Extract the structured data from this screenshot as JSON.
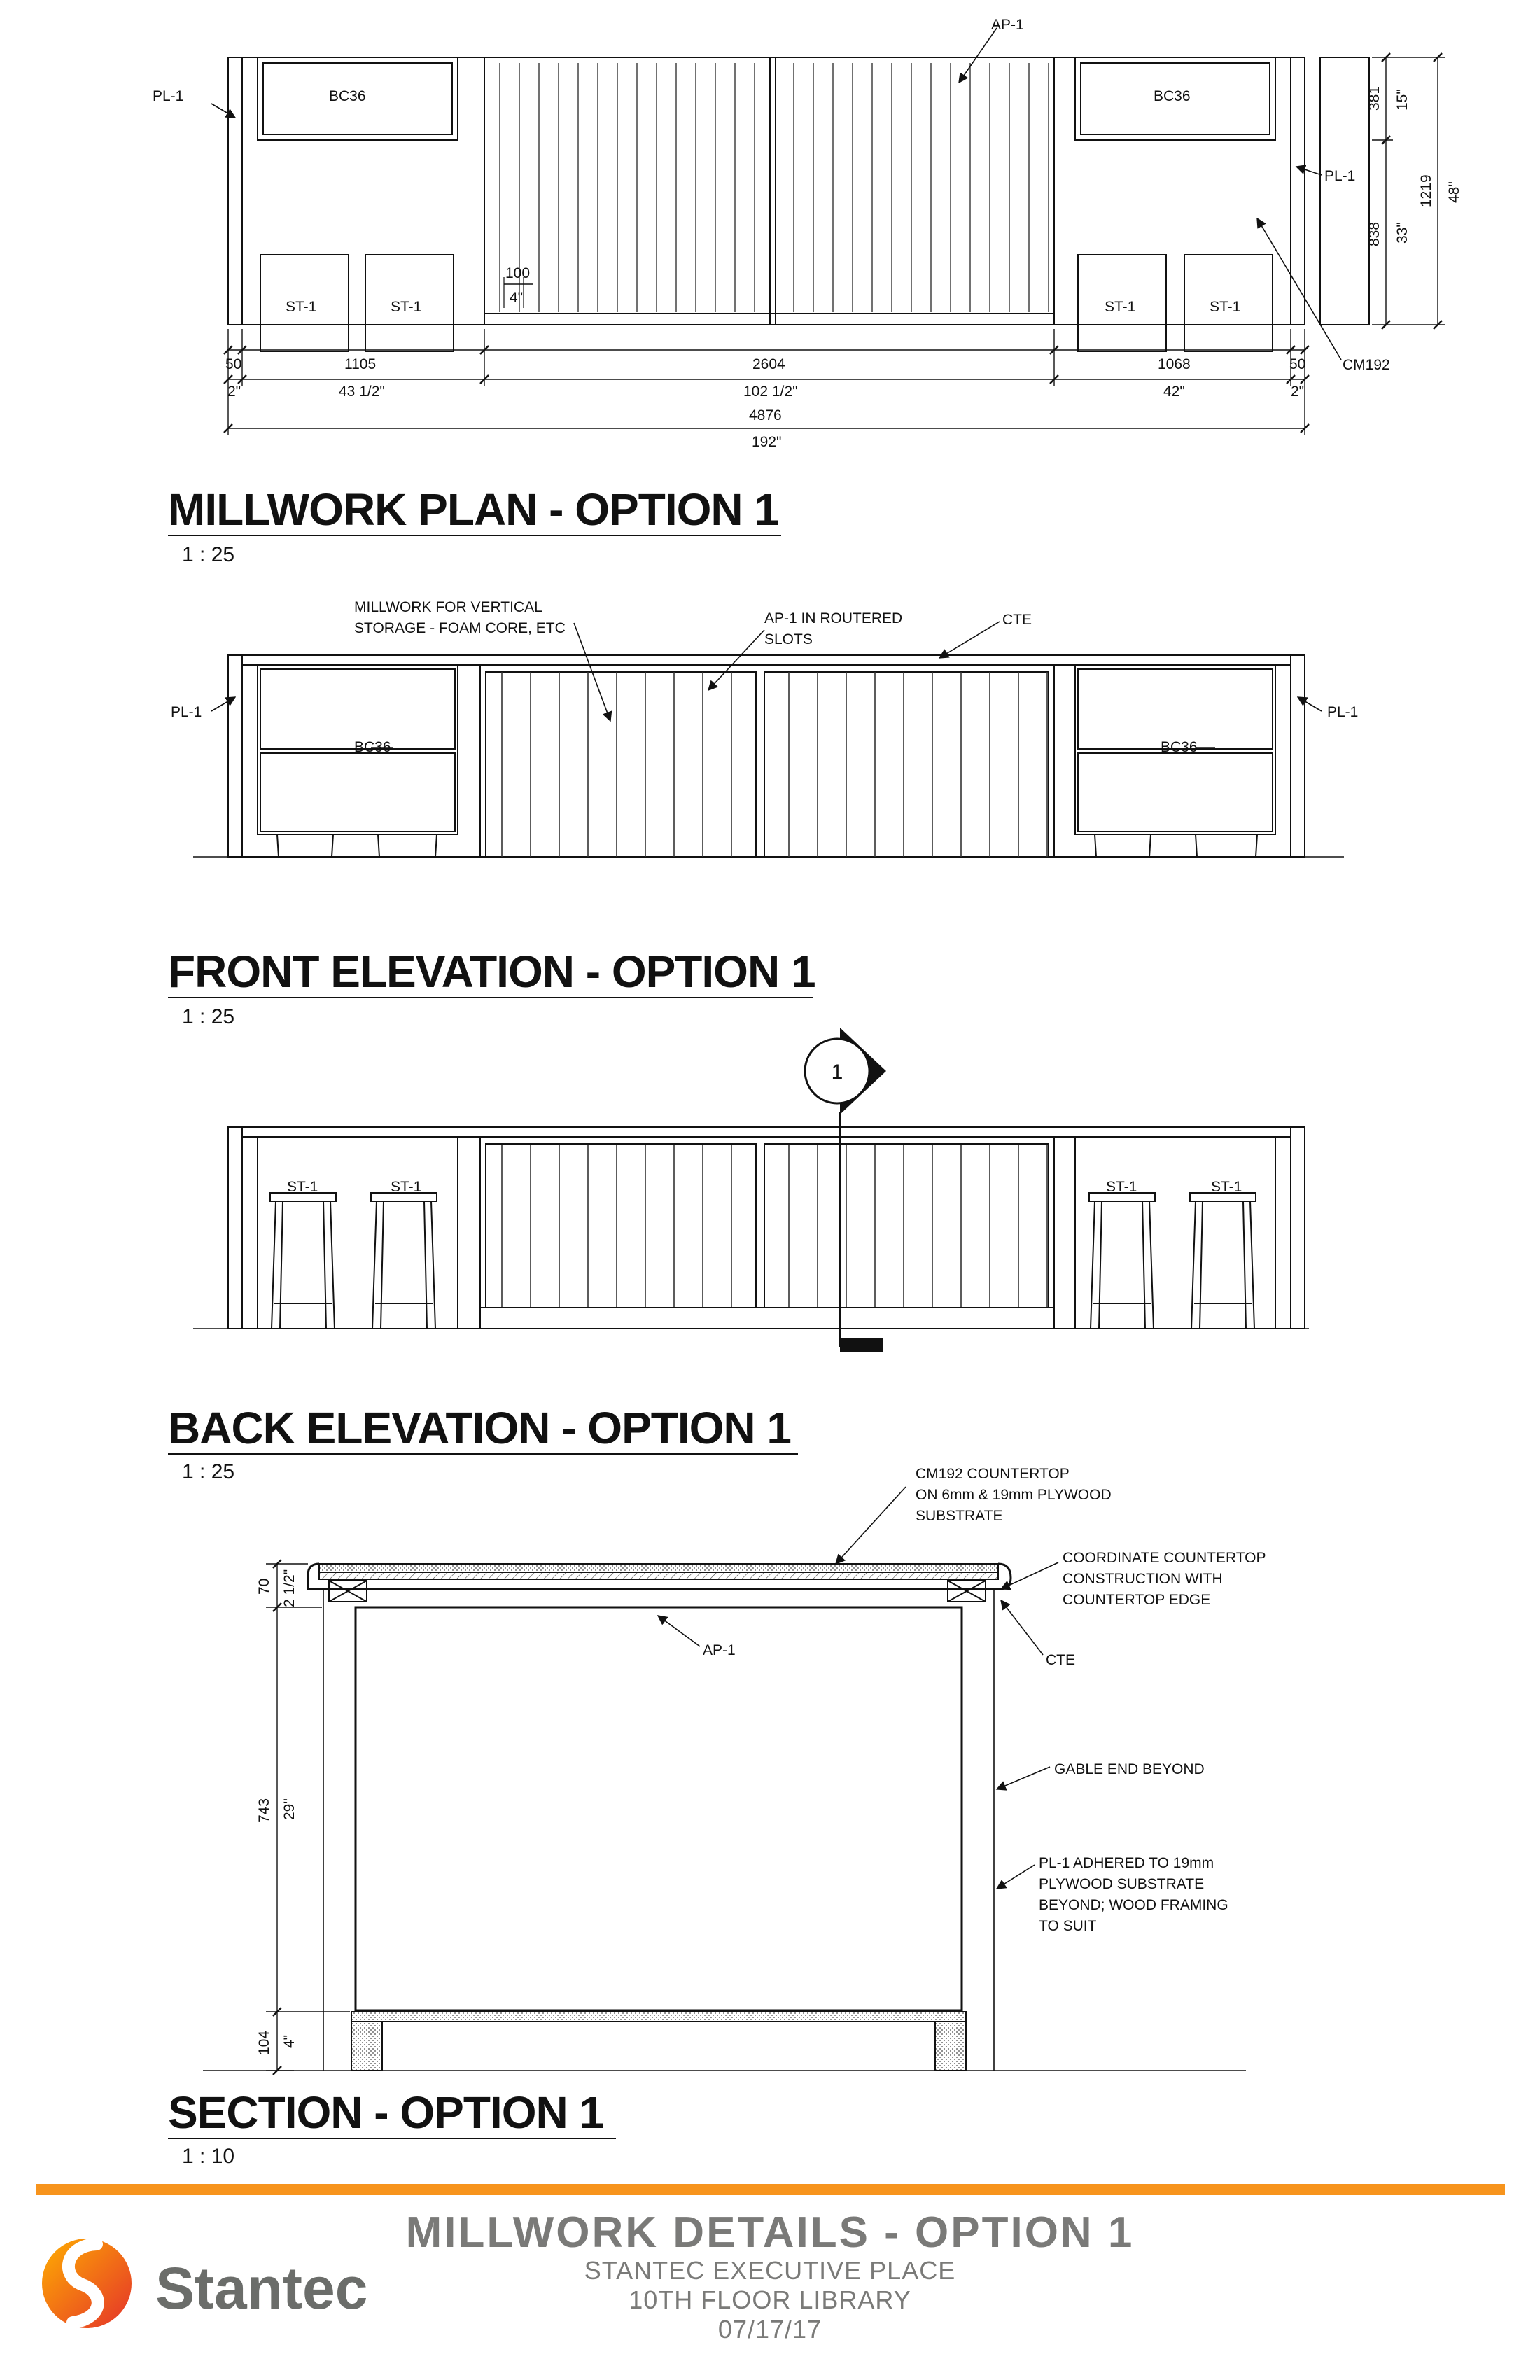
{
  "plan": {
    "title": "MILLWORK PLAN - OPTION 1",
    "scale": "1 : 25",
    "labels": {
      "ap1": "AP-1",
      "pl1_left": "PL-1",
      "pl1_right": "PL-1",
      "bc36_left": "BC36",
      "bc36_right": "BC36",
      "st1": "ST-1",
      "cm192": "CM192",
      "slot_mm": "100",
      "slot_in": "4\""
    },
    "dims": {
      "seg_left_mm": "1105",
      "seg_left_in": "43 1/2\"",
      "seg_mid_mm": "2604",
      "seg_mid_in": "102 1/2\"",
      "seg_right_mm": "1068",
      "seg_right_in": "42\"",
      "end_mm": "50",
      "end_in": "2\"",
      "total_mm": "4876",
      "total_in": "192\"",
      "top_mm": "381",
      "top_in": "15\"",
      "bot_mm": "838",
      "bot_in": "33\"",
      "depth_mm": "1219",
      "depth_in": "48\""
    }
  },
  "front": {
    "title": "FRONT ELEVATION - OPTION 1",
    "scale": "1 : 25",
    "labels": {
      "storage_1": "MILLWORK FOR VERTICAL",
      "storage_2": "STORAGE - FOAM CORE, ETC",
      "ap1_1": "AP-1 IN ROUTERED",
      "ap1_2": "SLOTS",
      "cte": "CTE",
      "pl1_left": "PL-1",
      "pl1_right": "PL-1",
      "bc36_left": "BC36",
      "bc36_right": "BC36"
    }
  },
  "back": {
    "title": "BACK ELEVATION - OPTION 1",
    "scale": "1 : 25",
    "section_marker": "1",
    "labels": {
      "st1": "ST-1"
    }
  },
  "section": {
    "title": "SECTION - OPTION 1",
    "scale": "1 : 10",
    "labels": {
      "cm192_1": "CM192 COUNTERTOP",
      "cm192_2": "ON 6mm & 19mm PLYWOOD",
      "cm192_3": "SUBSTRATE",
      "coord_1": "COORDINATE COUNTERTOP",
      "coord_2": "CONSTRUCTION WITH",
      "coord_3": "COUNTERTOP EDGE",
      "cte": "CTE",
      "ap1": "AP-1",
      "gable": "GABLE END BEYOND",
      "pl1_1": "PL-1 ADHERED TO 19mm",
      "pl1_2": "PLYWOOD SUBSTRATE",
      "pl1_3": "BEYOND; WOOD FRAMING",
      "pl1_4": "TO SUIT"
    },
    "dims": {
      "top_mm": "70",
      "top_in": "2 1/2\"",
      "mid_mm": "743",
      "mid_in": "29\"",
      "bot_mm": "104",
      "bot_in": "4\""
    }
  },
  "footer": {
    "title": "MILLWORK DETAILS - OPTION 1",
    "line1": "STANTEC EXECUTIVE PLACE",
    "line2": "10TH FLOOR LIBRARY",
    "line3": "07/17/17",
    "brand": "Stantec",
    "accent_color": "#f7941d",
    "logo_icon": "stantec-logo-icon"
  }
}
